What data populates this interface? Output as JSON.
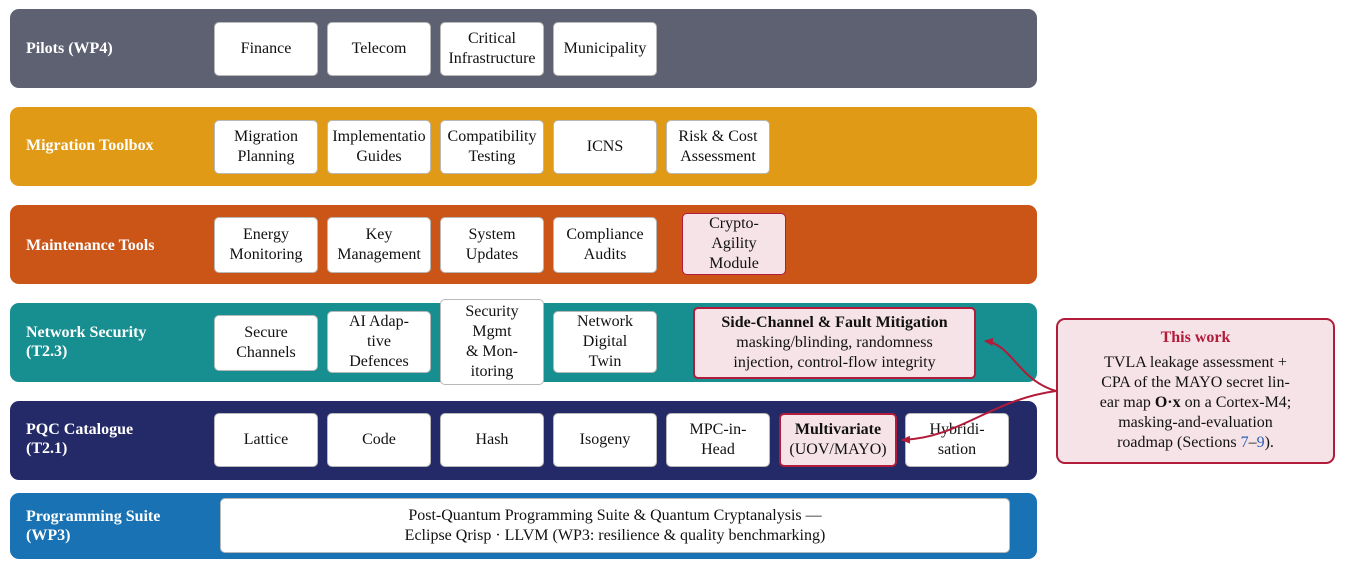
{
  "bands": [
    {
      "label_line1": "Pilots (WP4)",
      "label_line2": "",
      "color": "#5d6172",
      "boxes": [
        [
          "Finance"
        ],
        [
          "Telecom"
        ],
        [
          "Critical",
          "Infrastructure"
        ],
        [
          "Municipality"
        ]
      ]
    },
    {
      "label_line1": "Migration Toolbox",
      "label_line2": "",
      "color": "#e09a16",
      "boxes": [
        [
          "Migration",
          "Planning"
        ],
        [
          "Implementatio",
          "Guides"
        ],
        [
          "Compatibility",
          "Testing"
        ],
        [
          "ICNS"
        ],
        [
          "Risk & Cost",
          "Assessment"
        ]
      ]
    },
    {
      "label_line1": "Maintenance Tools",
      "label_line2": "",
      "color": "#cb5517",
      "boxes": [
        [
          "Energy",
          "Monitoring"
        ],
        [
          "Key",
          "Management"
        ],
        [
          "System",
          "Updates"
        ],
        [
          "Compliance",
          "Audits"
        ],
        [
          "Crypto-",
          "Agility",
          "Module"
        ]
      ]
    },
    {
      "label_line1": "Network Security",
      "label_line2": "(T2.3)",
      "color": "#178e90",
      "boxes": [
        [
          "Secure",
          "Channels"
        ],
        [
          "AI Adap-",
          "tive",
          "Defences"
        ],
        [
          "Security",
          "Mgmt",
          "& Mon-",
          "itoring"
        ],
        [
          "Network",
          "Digital",
          "Twin"
        ]
      ],
      "highlight": {
        "title": "Side-Channel & Fault Mitigation",
        "line1": "masking/blinding, randomness",
        "line2": "injection, control-flow integrity"
      }
    },
    {
      "label_line1": "PQC Catalogue",
      "label_line2": "(T2.1)",
      "color": "#232a67",
      "boxes": [
        [
          "Lattice"
        ],
        [
          "Code"
        ],
        [
          "Hash"
        ],
        [
          "Isogeny"
        ],
        [
          "MPC-in-",
          "Head"
        ],
        [
          "Multivariate",
          "(UOV/MAYO)"
        ],
        [
          "Hybridi-",
          "sation"
        ]
      ]
    },
    {
      "label_line1": "Programming Suite",
      "label_line2": "(WP3)",
      "color": "#1872b4",
      "boxes": [
        [
          "Post-Quantum Programming Suite & Quantum Cryptanalysis —",
          "Eclipse Qrisp · LLVM (WP3: resilience & quality benchmarking)"
        ]
      ]
    }
  ],
  "note": {
    "title": "This work",
    "line1": "TVLA leakage assessment +",
    "line2": "CPA of the MAYO secret lin-",
    "line3_pre": "ear map ",
    "line3_math": "O·x",
    "line3_post": " on a Cortex-M4;",
    "line4": "masking-and-evaluation",
    "line5_pre": "roadmap (Sections ",
    "ref_a": "7",
    "dash": "–",
    "ref_b": "9",
    "line5_post": ")."
  },
  "colors": {
    "accent": "#b31b3b",
    "highlight_fill": "#f6e3e7",
    "link": "#2b5fb5"
  }
}
